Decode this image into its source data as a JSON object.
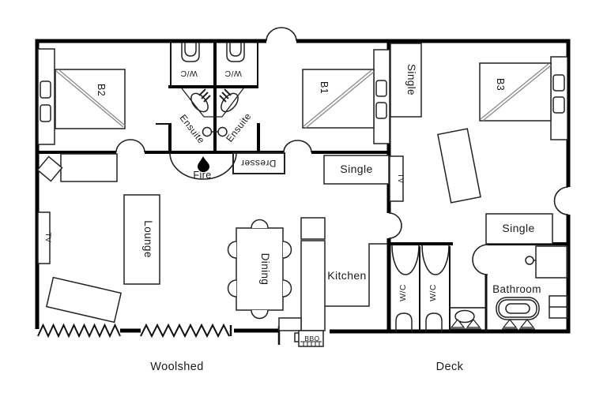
{
  "labels": {
    "bedroom1": "B1",
    "bedroom2": "B2",
    "bedroom3": "B3",
    "single": "Single",
    "wc": "W/C",
    "ensuite": "Ensuite",
    "lounge": "Lounge",
    "dining": "Dining",
    "kitchen": "Kitchen",
    "bathroom": "Bathroom",
    "dresser": "Dresser",
    "fire": "Fire",
    "tv": "TV",
    "bbq": "BBQ"
  },
  "areas": {
    "woolshed": "Woolshed",
    "deck": "Deck"
  },
  "colors": {
    "wall": "#000000",
    "line": "#222222",
    "bed_diagonal": "#8a8a8a",
    "text": "#1a1a1a",
    "background": "#ffffff"
  }
}
